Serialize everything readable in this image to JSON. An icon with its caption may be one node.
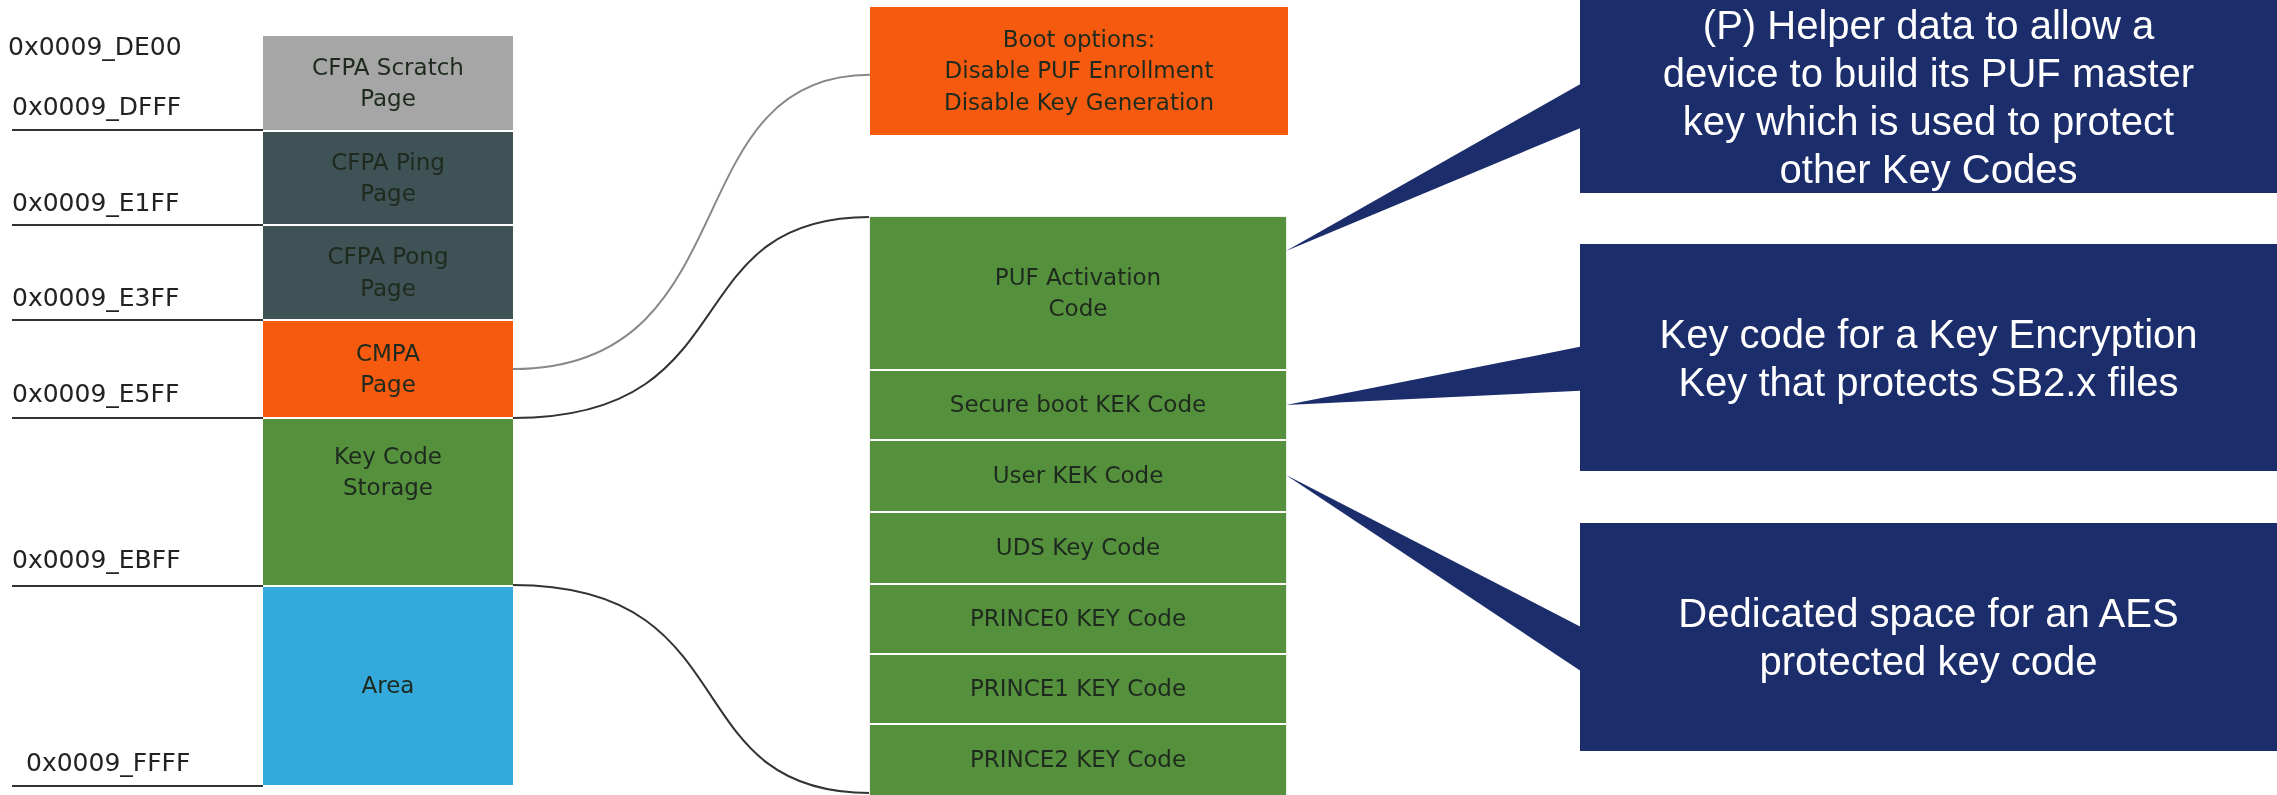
{
  "diagram": {
    "nodes": [
      {
        "text": [
          "CFPA Scratch Page"
        ]
      },
      {
        "text": [
          "CFPA Ping Page"
        ]
      },
      {
        "text": [
          "CFPA Pong Page"
        ]
      },
      {
        "text": [
          "CMPA Page"
        ]
      },
      {
        "text": [
          "Key Code Storage"
        ]
      },
      {
        "text": [
          "Area"
        ]
      },
      {
        "text": [
          "Boot options:",
          "Disable PUF Enrollment",
          "Disable Key Generation"
        ]
      },
      {
        "text": [],
        "shape": "box"
      },
      {
        "text": [
          "PUF Activation Code"
        ],
        "in": 7
      },
      {
        "text": [
          "Secure boot KEK Code"
        ],
        "in": 7
      },
      {
        "text": [
          "User KEK Code"
        ],
        "in": 7
      },
      {
        "text": [
          "UDS Key Code"
        ],
        "in": 7
      },
      {
        "text": [
          "PRINCE0 KEY Code"
        ],
        "in": 7
      },
      {
        "text": [
          "PRINCE1 KEY Code"
        ],
        "in": 7
      },
      {
        "text": [
          "PRINCE2 KEY Code"
        ],
        "in": 7
      },
      {
        "text": [
          "(P) Helper data to allow a device to build its PUF master key which is used to protect other Key Codes"
        ]
      },
      {
        "text": [
          "Key code for a Key Encryption Key that protects SB2.x files"
        ]
      },
      {
        "text": [
          "Dedicated space for an AES protected key code"
        ]
      }
    ],
    "edges": [
      {
        "from": 3,
        "to": 6,
        "arrow": "none"
      },
      {
        "from": 4,
        "to": 7,
        "arrow": "none"
      },
      {
        "from": 4,
        "to": 7,
        "arrow": "none"
      },
      {
        "from": 15,
        "to": 8,
        "arrow": "none"
      },
      {
        "from": 16,
        "to": 9,
        "arrow": "none"
      },
      {
        "from": 17,
        "to": 10,
        "arrow": "none"
      }
    ],
    "labels": [
      "0x0009_DE00",
      "0x0009_DFFF",
      "0x0009_E1FF",
      "0x0009_E3FF",
      "0x0009_E5FF",
      "0x0009_EBFF",
      "0x0009_FFFF"
    ]
  }
}
